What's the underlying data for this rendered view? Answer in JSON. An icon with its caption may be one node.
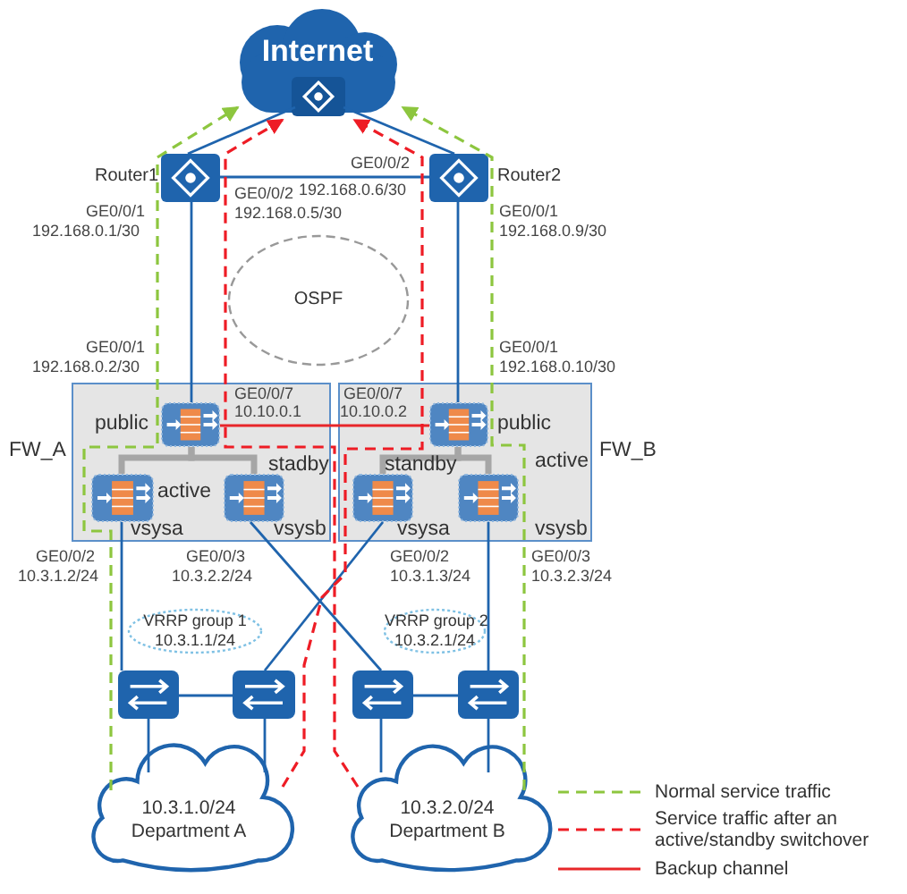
{
  "diagram": {
    "nodes": [
      {
        "text": [
          "Internet"
        ]
      },
      {
        "text": [],
        "shape": "box",
        "beside": [
          "Router1"
        ]
      },
      {
        "text": [],
        "shape": "box",
        "beside": [
          "Router2"
        ]
      },
      {
        "text": [
          "OSPF"
        ]
      },
      {
        "text": [
          "FW_A"
        ]
      },
      {
        "text": [],
        "shape": "box",
        "in": 4,
        "beside": [
          "public"
        ]
      },
      {
        "text": [],
        "shape": "box",
        "in": 4,
        "beside": [
          "active",
          "vsysa"
        ]
      },
      {
        "text": [],
        "shape": "box",
        "in": 4,
        "beside": [
          "stadby",
          "vsysb"
        ]
      },
      {
        "text": [
          "FW_B"
        ]
      },
      {
        "text": [],
        "shape": "box",
        "in": 8,
        "beside": [
          "public"
        ]
      },
      {
        "text": [],
        "shape": "box",
        "in": 8,
        "beside": [
          "standby",
          "vsysa"
        ]
      },
      {
        "text": [],
        "shape": "box",
        "in": 8,
        "beside": [
          "active",
          "vsysb"
        ]
      },
      {
        "text": [
          "VRRP group 1",
          "10.3.1.1/24"
        ]
      },
      {
        "text": [
          "VRRP group 2",
          "10.3.2.1/24"
        ]
      },
      {
        "text": [],
        "shape": "box"
      },
      {
        "text": [],
        "shape": "box"
      },
      {
        "text": [],
        "shape": "box"
      },
      {
        "text": [],
        "shape": "box"
      },
      {
        "text": [
          "10.3.1.0/24",
          "Department A"
        ]
      },
      {
        "text": [
          "10.3.2.0/24",
          "Department B"
        ]
      }
    ],
    "edges": [
      {
        "from": 1,
        "to": 0,
        "arrow": "none"
      },
      {
        "from": 2,
        "to": 0,
        "arrow": "none"
      },
      {
        "from": 1,
        "to": 2,
        "arrow": "none"
      },
      {
        "from": 1,
        "to": 5,
        "arrow": "none"
      },
      {
        "from": 2,
        "to": 9,
        "arrow": "none"
      },
      {
        "from": 5,
        "to": 9,
        "arrow": "none",
        "color": "#e8262a"
      },
      {
        "from": 5,
        "to": 6,
        "arrow": "none",
        "style": "thick",
        "color": "#a6a6a6"
      },
      {
        "from": 5,
        "to": 7,
        "arrow": "none",
        "style": "thick",
        "color": "#a6a6a6"
      },
      {
        "from": 9,
        "to": 10,
        "arrow": "none",
        "style": "thick",
        "color": "#a6a6a6"
      },
      {
        "from": 9,
        "to": 11,
        "arrow": "none",
        "style": "thick",
        "color": "#a6a6a6"
      },
      {
        "from": 6,
        "to": 14,
        "arrow": "none"
      },
      {
        "from": 7,
        "to": 16,
        "arrow": "none"
      },
      {
        "from": 10,
        "to": 15,
        "arrow": "none"
      },
      {
        "from": 11,
        "to": 17,
        "arrow": "none"
      },
      {
        "from": 14,
        "to": 15,
        "arrow": "none"
      },
      {
        "from": 16,
        "to": 17,
        "arrow": "none"
      },
      {
        "from": 14,
        "to": 18,
        "arrow": "none"
      },
      {
        "from": 15,
        "to": 18,
        "arrow": "none"
      },
      {
        "from": 16,
        "to": 19,
        "arrow": "none"
      },
      {
        "from": 17,
        "to": 19,
        "arrow": "none"
      },
      {
        "from": 18,
        "to": 0,
        "arrow": "to",
        "style": "dashed",
        "color": "#8dc63f"
      },
      {
        "from": 19,
        "to": 0,
        "arrow": "to",
        "style": "dashed",
        "color": "#8dc63f"
      },
      {
        "from": 18,
        "to": 0,
        "arrow": "to",
        "style": "dashed",
        "color": "#ee1c25"
      },
      {
        "from": 19,
        "to": 0,
        "arrow": "to",
        "style": "dashed",
        "color": "#ee1c25"
      }
    ],
    "labels": [
      "GE0/0/2",
      "192.168.0.6/30",
      "GE0/0/2",
      "192.168.0.5/30",
      "GE0/0/1",
      "192.168.0.1/30",
      "GE0/0/1",
      "192.168.0.9/30",
      "GE0/0/1",
      "192.168.0.2/30",
      "GE0/0/1",
      "192.168.0.10/30",
      "GE0/0/7",
      "10.10.0.1",
      "GE0/0/7",
      "10.10.0.2",
      "GE0/0/2",
      "10.3.1.2/24",
      "GE0/0/3",
      "10.3.2.2/24",
      "GE0/0/2",
      "10.3.1.3/24",
      "GE0/0/3",
      "10.3.2.3/24"
    ],
    "legend": [
      {
        "text": "Normal service traffic"
      },
      {
        "text": "Service traffic after an active/standby switchover"
      },
      {
        "text": "Backup channel"
      }
    ]
  }
}
